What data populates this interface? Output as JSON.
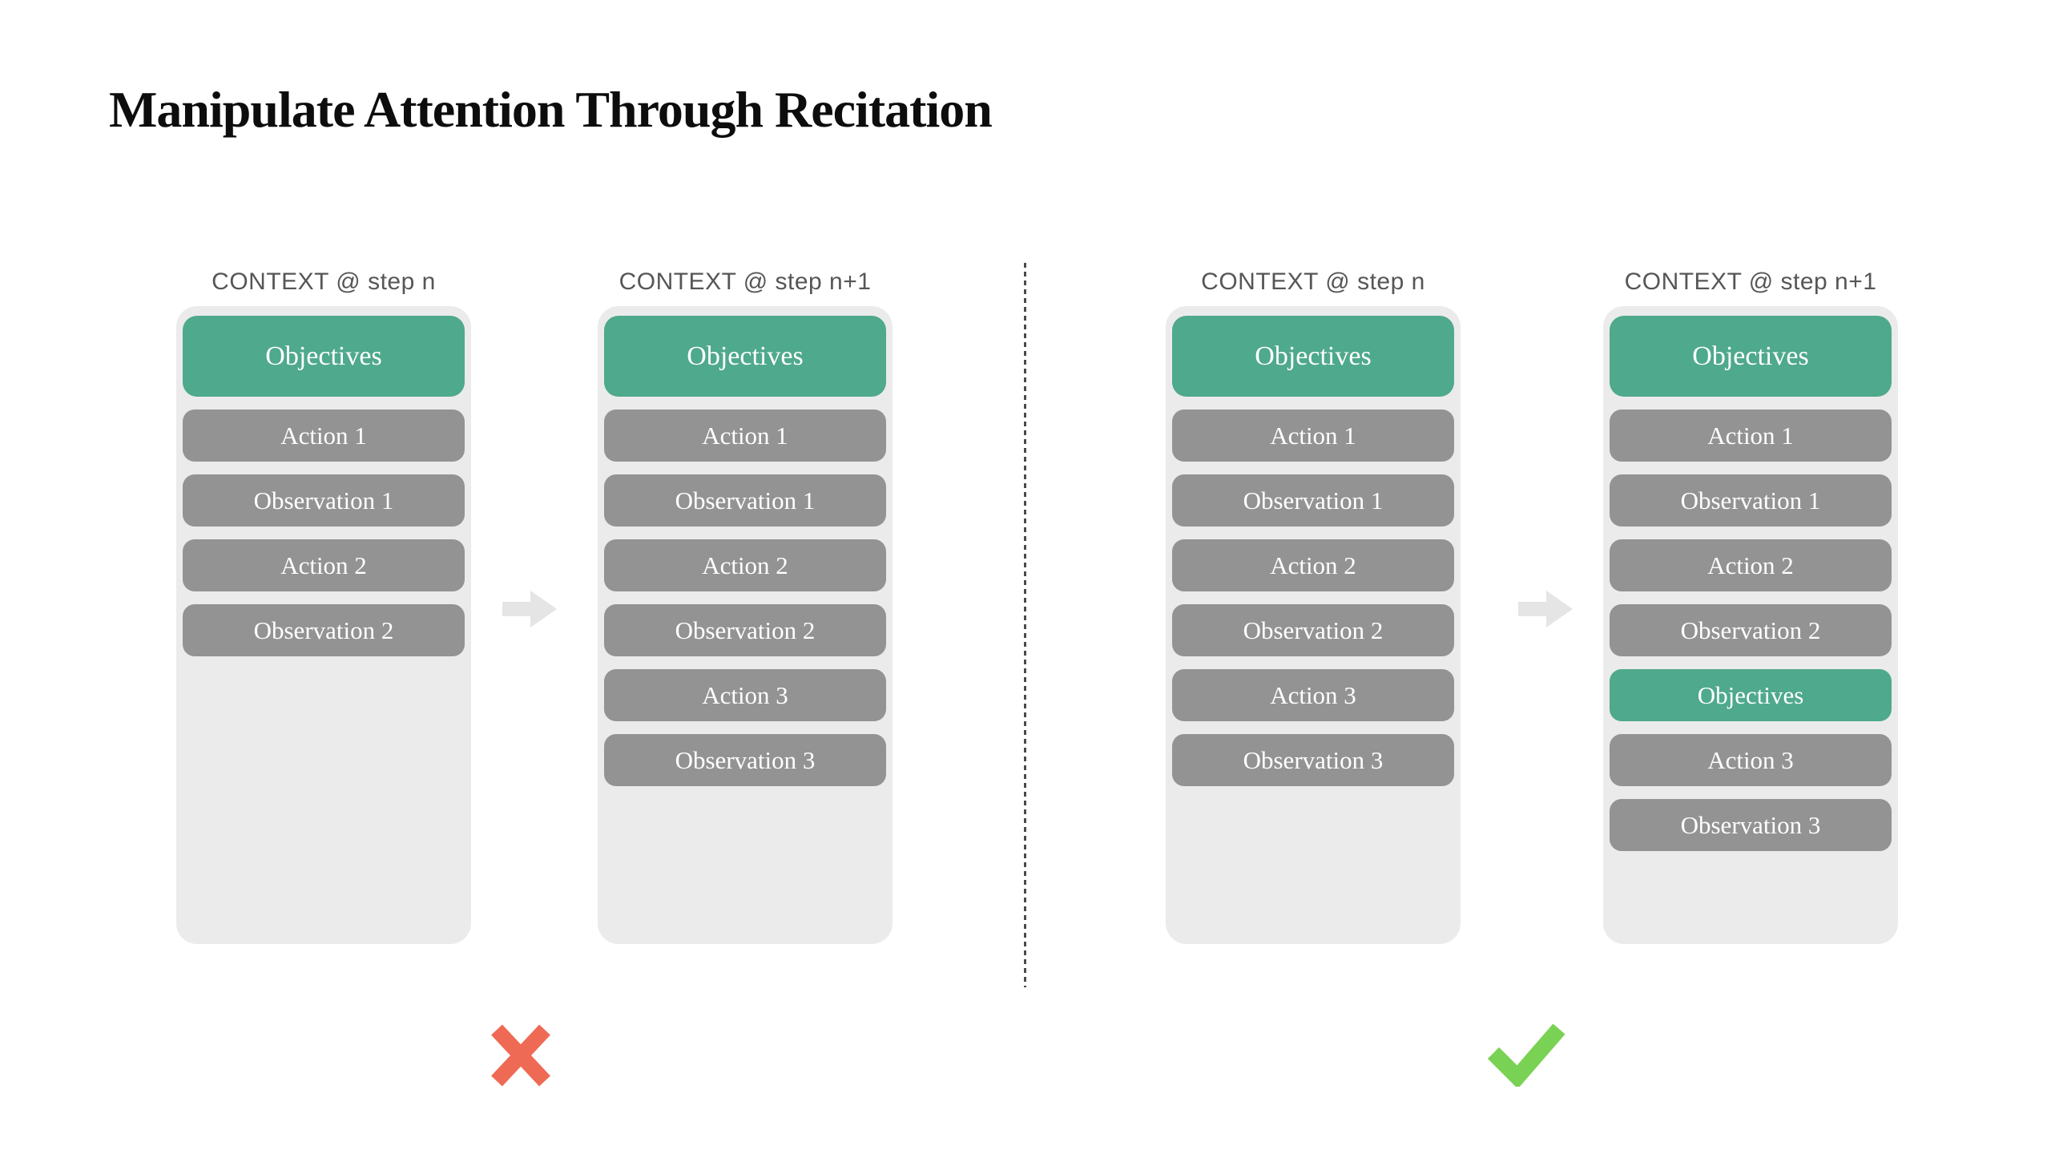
{
  "title": "Manipulate Attention Through Recitation",
  "colors": {
    "page_bg": "#ffffff",
    "title_text": "#0d0d0d",
    "header_text": "#565656",
    "column_bg": "#ebebeb",
    "teal": "#4fa98c",
    "gray": "#939393",
    "pill_text": "#ffffff",
    "arrow": "#e5e5e5",
    "divider": "#4a4a4a",
    "cross": "#ee6a55",
    "check": "#79d253"
  },
  "icons": {
    "between_panels": "arrow-right-icon",
    "pair_separator": "dashed-divider",
    "left_verdict": "cross-icon",
    "right_verdict": "check-icon"
  },
  "panels": [
    {
      "header": "CONTEXT @ step n",
      "pills": [
        {
          "label": "Objectives",
          "kind": "objectives-large"
        },
        {
          "label": "Action 1",
          "kind": "step"
        },
        {
          "label": "Observation 1",
          "kind": "step"
        },
        {
          "label": "Action 2",
          "kind": "step"
        },
        {
          "label": "Observation 2",
          "kind": "step"
        }
      ]
    },
    {
      "header": "CONTEXT @ step n+1",
      "pills": [
        {
          "label": "Objectives",
          "kind": "objectives-large"
        },
        {
          "label": "Action 1",
          "kind": "step"
        },
        {
          "label": "Observation 1",
          "kind": "step"
        },
        {
          "label": "Action 2",
          "kind": "step"
        },
        {
          "label": "Observation 2",
          "kind": "step"
        },
        {
          "label": "Action 3",
          "kind": "step"
        },
        {
          "label": "Observation 3",
          "kind": "step"
        }
      ]
    },
    {
      "header": "CONTEXT @ step n",
      "pills": [
        {
          "label": "Objectives",
          "kind": "objectives-large"
        },
        {
          "label": "Action 1",
          "kind": "step"
        },
        {
          "label": "Observation 1",
          "kind": "step"
        },
        {
          "label": "Action 2",
          "kind": "step"
        },
        {
          "label": "Observation 2",
          "kind": "step"
        },
        {
          "label": "Action 3",
          "kind": "step"
        },
        {
          "label": "Observation 3",
          "kind": "step"
        }
      ]
    },
    {
      "header": "CONTEXT @ step n+1",
      "pills": [
        {
          "label": "Objectives",
          "kind": "objectives-large"
        },
        {
          "label": "Action 1",
          "kind": "step"
        },
        {
          "label": "Observation 1",
          "kind": "step"
        },
        {
          "label": "Action 2",
          "kind": "step"
        },
        {
          "label": "Observation 2",
          "kind": "step"
        },
        {
          "label": "Objectives",
          "kind": "objectives-recited"
        },
        {
          "label": "Action 3",
          "kind": "step"
        },
        {
          "label": "Observation 3",
          "kind": "step"
        }
      ]
    }
  ]
}
